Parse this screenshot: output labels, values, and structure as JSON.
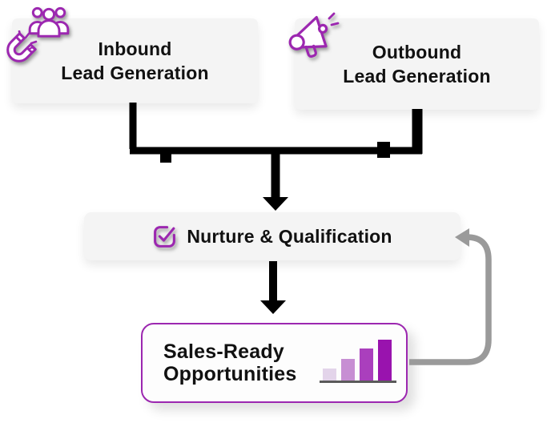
{
  "diagram": {
    "type": "flowchart",
    "nodes": {
      "inbound": {
        "line1": "Inbound",
        "line2": "Lead Generation",
        "icons": [
          "magnet-icon",
          "people-group-icon"
        ]
      },
      "outbound": {
        "line1": "Outbound",
        "line2": "Lead Generation",
        "icons": [
          "megaphone-icon"
        ]
      },
      "nurture": {
        "label": "Nurture & Qualification",
        "icons": [
          "checkbox-check-icon"
        ]
      },
      "sales": {
        "line1": "Sales-Ready",
        "line2": "Opportunities",
        "icons": [
          "bar-chart-growth-icon"
        ]
      }
    },
    "edges": [
      {
        "from": "inbound-lead-generation",
        "to": "merge-junction",
        "style": "black-solid-line"
      },
      {
        "from": "outbound-lead-generation",
        "to": "merge-junction",
        "style": "black-solid-line"
      },
      {
        "from": "merge-junction",
        "to": "nurture-qualification",
        "style": "black-arrow-down"
      },
      {
        "from": "nurture-qualification",
        "to": "sales-ready-opportunities",
        "style": "black-arrow-down"
      },
      {
        "from": "sales-ready-opportunities",
        "to": "nurture-qualification",
        "style": "gray-feedback-loop-arrow"
      }
    ],
    "colors": {
      "accent_purple": "#9c27b0",
      "node_fill_gray": "#f4f4f4",
      "sales_node_fill": "#fdfdfd",
      "sales_node_border": "#9c27b0",
      "connector_black": "#000000",
      "feedback_loop_gray": "#9a9a9a",
      "text_black": "#111111",
      "bar_chart_colors": [
        "#e3d4ea",
        "#c78ed3",
        "#aa3fbd",
        "#9913ae"
      ],
      "bar_chart_baseline": "#5a5a5a"
    }
  }
}
